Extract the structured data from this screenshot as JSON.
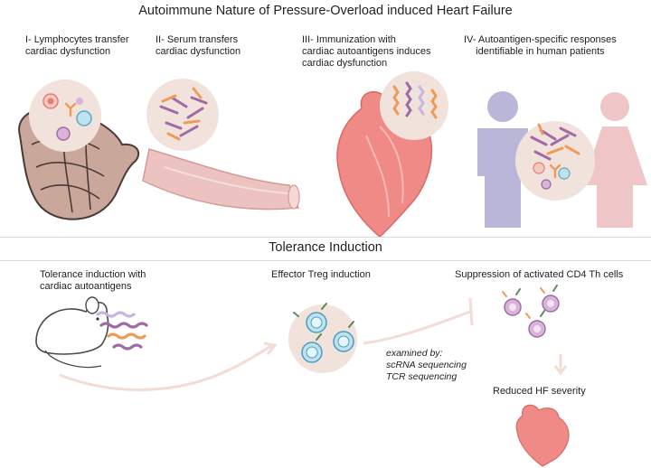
{
  "top": {
    "title": "Autoimmune Nature of Pressure-Overload induced Heart Failure",
    "panels": [
      {
        "line1": "I- Lymphocytes transfer",
        "line2": "cardiac dysfunction"
      },
      {
        "line1": "II- Serum transfers",
        "line2": "cardiac dysfunction"
      },
      {
        "line1": "III- Immunization with",
        "line2": "cardiac autoantigens induces",
        "line3": "cardiac dysfunction"
      },
      {
        "line1": "IV- Autoantigen-specific responses",
        "line2": "identifiable in human patients"
      }
    ]
  },
  "bottom": {
    "title": "Tolerance Induction",
    "step1": {
      "line1": "Tolerance induction with",
      "line2": "cardiac autoantigens"
    },
    "step2": "Effector Treg induction",
    "step3": "Suppression of activated CD4 Th cells",
    "examined": {
      "line1": "examined by:",
      "line2": "scRNA sequencing",
      "line3": "TCR sequencing"
    },
    "outcome": "Reduced HF severity"
  },
  "colors": {
    "bubble": "#f1e3dc",
    "spleen": "#c9a79a",
    "spleen_stroke": "#4a3a36",
    "heart": "#f08a86",
    "vessel": "#ecc3c0",
    "male_figure": "#b9b6d8",
    "female_figure": "#f0c5c8",
    "treg": "#bfe2ef",
    "th_cell": "#d9b3d9",
    "antibody_orange": "#f09a5a",
    "antibody_purple": "#a06aa6",
    "arrow": "#f2dcd4"
  },
  "icons": [
    "spleen-icon",
    "blood-vessel-icon",
    "heart-icon",
    "human-male-icon",
    "human-female-icon",
    "mouse-icon",
    "peptide-icon",
    "treg-cell-icon",
    "th-cell-icon",
    "antibody-icon",
    "inhibition-icon"
  ]
}
